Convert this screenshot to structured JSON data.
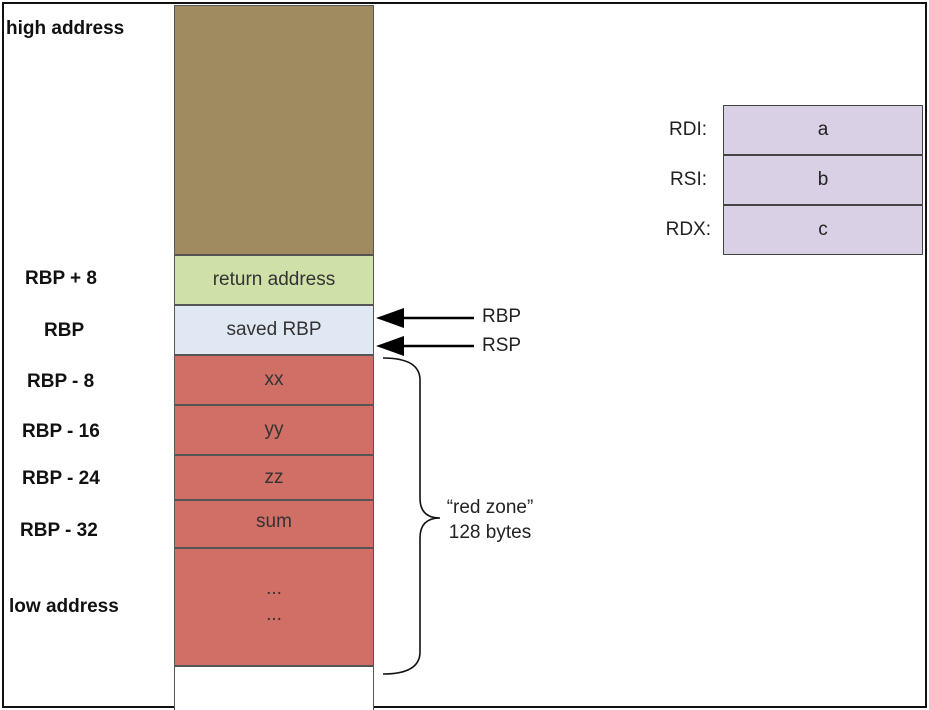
{
  "stack_labels": {
    "high": "high address",
    "rbp_plus_8": "RBP + 8",
    "rbp": "RBP",
    "rbp_minus_8": "RBP - 8",
    "rbp_minus_16": "RBP - 16",
    "rbp_minus_24": "RBP - 24",
    "rbp_minus_32": "RBP - 32",
    "low": "low address"
  },
  "stack_cells": {
    "return_address": "return address",
    "saved_rbp": "saved RBP",
    "xx": "xx",
    "yy": "yy",
    "zz": "zz",
    "sum": "sum",
    "ellipsis_1": "...",
    "ellipsis_2": "..."
  },
  "registers": [
    {
      "name": "RDI:",
      "value": "a"
    },
    {
      "name": "RSI:",
      "value": "b"
    },
    {
      "name": "RDX:",
      "value": "c"
    }
  ],
  "pointers": {
    "rbp": "RBP",
    "rsp": "RSP"
  },
  "red_zone": {
    "line1": "“red zone”",
    "line2": "128 bytes"
  },
  "colors": {
    "caller_frame": "#a08a5f",
    "return_address": "#cfe0a8",
    "saved_rbp": "#dfe8f3",
    "red_zone": "#d06f66",
    "register": "#d9d0e6"
  }
}
